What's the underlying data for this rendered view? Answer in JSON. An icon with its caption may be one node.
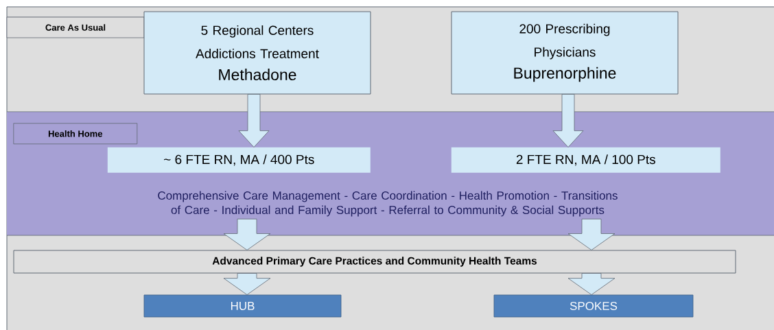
{
  "diagram": {
    "nodes": [
      {
        "text": [
          "Care As Usual"
        ]
      },
      {
        "text": [
          "5 Regional Centers Addictions Treatment",
          "Methadone"
        ]
      },
      {
        "text": [
          "200 Prescribing Physicians",
          "Buprenorphine"
        ]
      },
      {
        "text": [
          "Comprehensive Care Management - Care Coordination - Health Promotion - Transitions of Care - Individual and Family Support - Referral to Community & Social Supports"
        ]
      },
      {
        "text": [
          "Health Home"
        ],
        "in": 3
      },
      {
        "text": [
          "~ 6 FTE RN, MA / 400 Pts"
        ],
        "in": 3
      },
      {
        "text": [
          "2 FTE RN, MA / 100 Pts"
        ],
        "in": 3
      },
      {
        "text": [
          "Advanced Primary Care Practices and Community Health Teams"
        ]
      },
      {
        "text": [
          "HUB"
        ]
      },
      {
        "text": [
          "SPOKES"
        ]
      }
    ],
    "edges": [
      {
        "from": 1,
        "to": 5,
        "arrow": "to"
      },
      {
        "from": 2,
        "to": 6,
        "arrow": "to"
      },
      {
        "from": 3,
        "to": 7,
        "arrow": "to"
      },
      {
        "from": 3,
        "to": 7,
        "arrow": "to"
      },
      {
        "from": 7,
        "to": 8,
        "arrow": "to"
      },
      {
        "from": 7,
        "to": 9,
        "arrow": "to"
      }
    ]
  }
}
